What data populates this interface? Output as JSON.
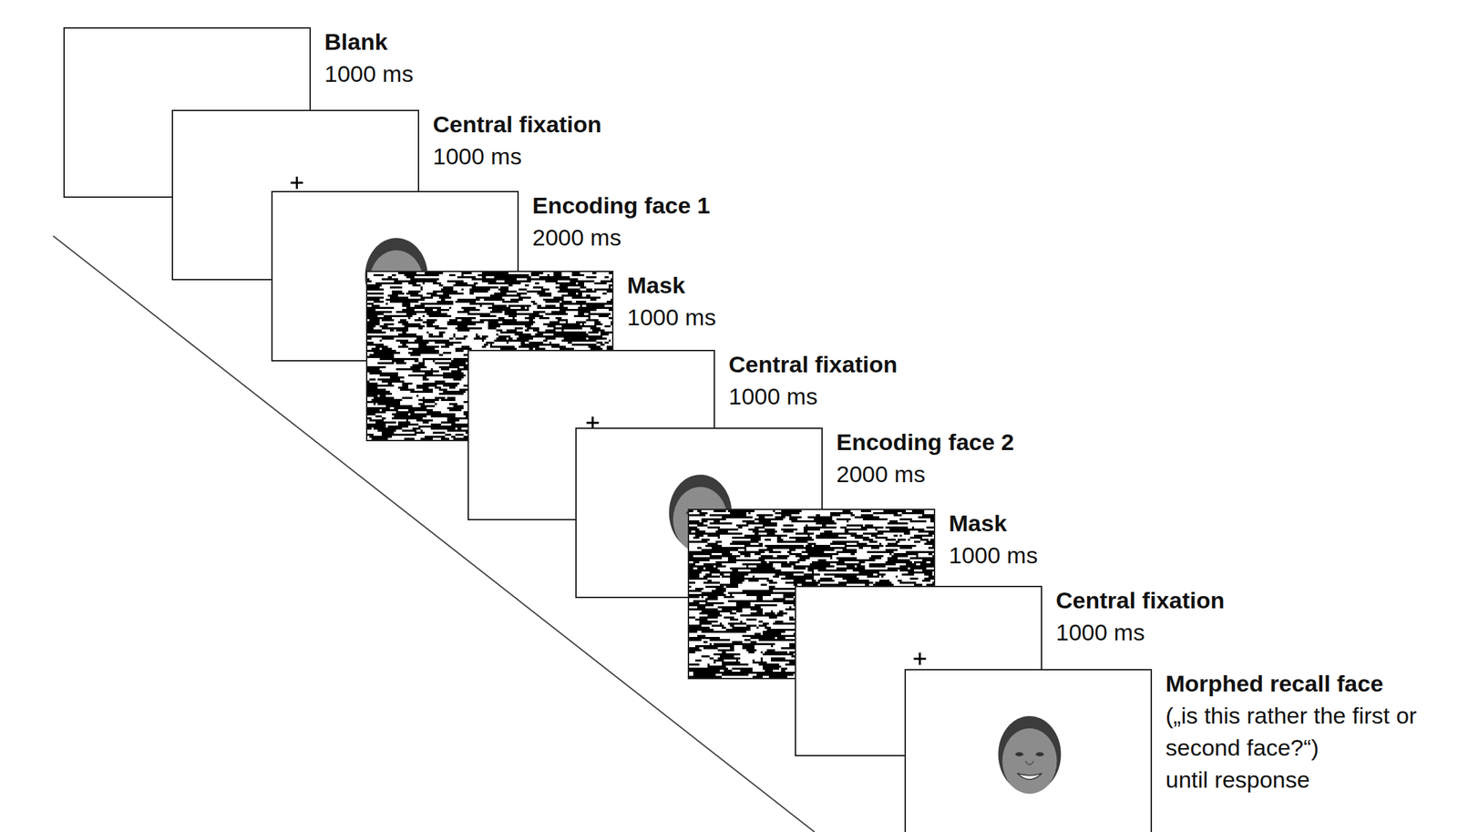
{
  "diagram": {
    "nodes": [
      {
        "text": [
          "Blank",
          "1000 ms"
        ]
      },
      {
        "text": [
          "Central fixation",
          "1000 ms"
        ]
      },
      {
        "text": [
          "Encoding face 1",
          "2000 ms"
        ]
      },
      {
        "text": [
          "Mask",
          "1000 ms"
        ]
      },
      {
        "text": [
          "Central fixation",
          "1000 ms"
        ]
      },
      {
        "text": [
          "Encoding face 2",
          "2000 ms"
        ]
      },
      {
        "text": [
          "Mask",
          "1000 ms"
        ]
      },
      {
        "text": [
          "Central fixation",
          "1000 ms"
        ]
      },
      {
        "text": [
          "Morphed recall face",
          "(„is this rather the first or second face?“)",
          "until response"
        ]
      }
    ]
  }
}
